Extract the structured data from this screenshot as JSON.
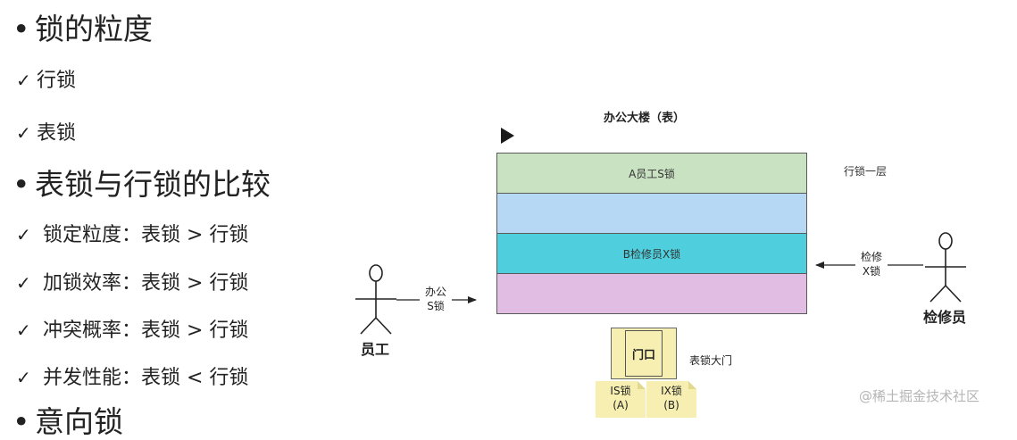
{
  "bullets": {
    "bullet_mark": "•",
    "check_mark": "✓",
    "section1_title": "锁的粒度",
    "row_lock": "行锁",
    "table_lock": "表锁",
    "section2_title": "表锁与行锁的比较",
    "comparisons": [
      "锁定粒度：表锁 > 行锁",
      "加锁效率：表锁 > 行锁",
      "冲突概率：表锁 > 行锁",
      "并发性能：表锁 < 行锁"
    ],
    "section3_title_partial": "意向锁"
  },
  "diagram": {
    "title": "办公大楼（表）",
    "floors": [
      {
        "label": "A员工S锁",
        "color": "#c8e2c2"
      },
      {
        "label": "",
        "color": "#b7d8f5"
      },
      {
        "label": "B检修员X锁",
        "color": "#4fcfdd"
      },
      {
        "label": "",
        "color": "#e2bde3"
      }
    ],
    "floor_note": "行锁一层",
    "door_label": "门口",
    "door_caption": "表锁大门",
    "notes": [
      {
        "line1": "IS锁",
        "line2": "(A)"
      },
      {
        "line1": "IX锁",
        "line2": "(B)"
      }
    ],
    "employee_label": "员工",
    "employee_arrow_line1": "办公",
    "employee_arrow_line2": "S锁",
    "inspector_label": "检修员",
    "inspector_arrow_line1": "检修",
    "inspector_arrow_line2": "X锁"
  },
  "watermark": "@稀土掘金技术社区"
}
